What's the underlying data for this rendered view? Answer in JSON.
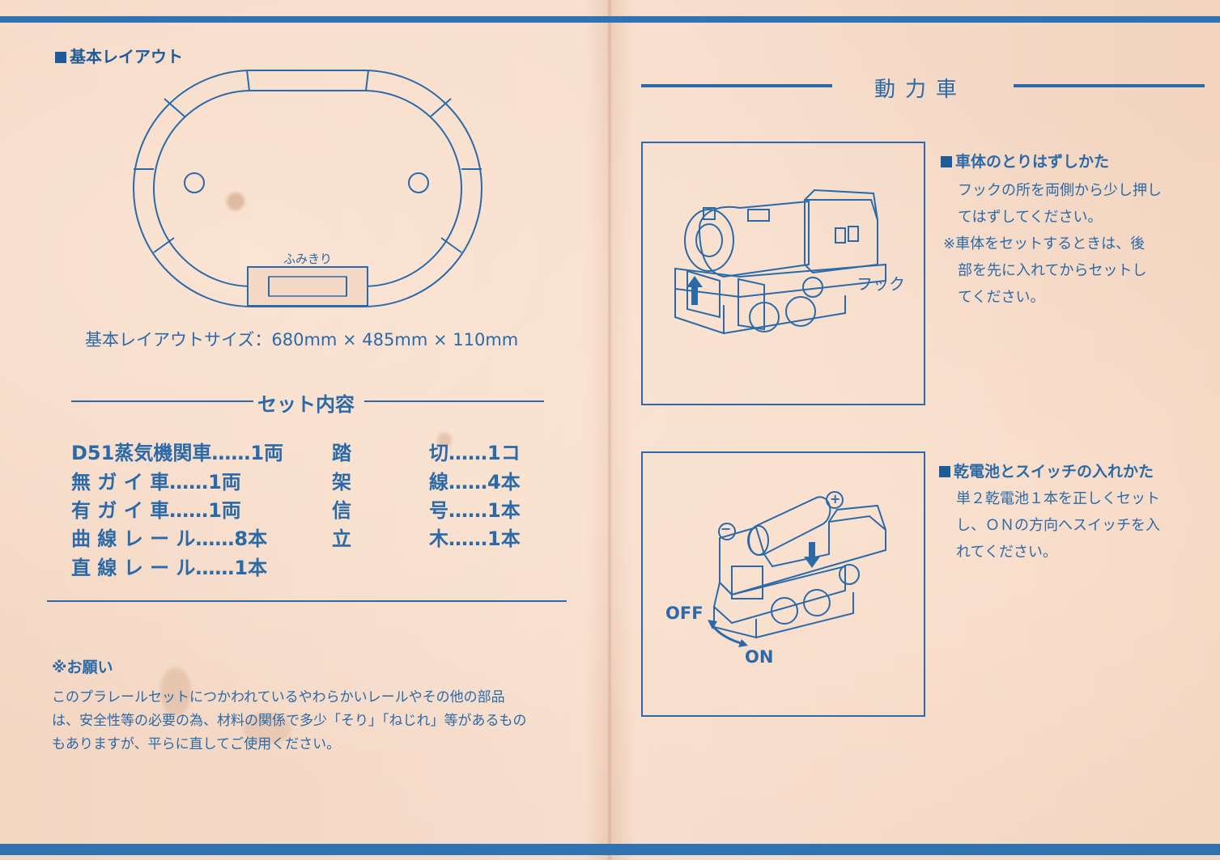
{
  "left": {
    "layout_heading": "基本レイアウト",
    "crossing_label": "ふみきり",
    "layout_size": "基本レイアウトサイズ：680mm × 485mm × 110mm",
    "set_contents_title": "セット内容",
    "items_col1": [
      "D51蒸気機関車……1両",
      "無 ガ イ 車……1両",
      "有 ガ イ 車……1両",
      "曲 線 レ ー ル……8本",
      "直 線 レ ー ル……1本"
    ],
    "items_col2": [
      "踏　　　　切……1コ",
      "架　　　　線……4本",
      "信　　　　号……1本",
      "立　　　　木……1本"
    ],
    "notice_title": "※お願い",
    "notice_lines": [
      "このプラレールセットにつかわれているやわらかいレールやその他の部品",
      "は、安全性等の必要の為、材料の関係で多少「そり」「ねじれ」等があるもの",
      "もありますが、平らに直してご使用ください。"
    ]
  },
  "right": {
    "title": "動力車",
    "remove_heading": "車体のとりはずしかた",
    "hook_label": "フック",
    "remove_lines": [
      "フックの所を両側から少し押し",
      "てはずしてください。",
      "※車体をセットするときは、後",
      "部を先に入れてからセットし",
      "てください。"
    ],
    "battery_heading": "乾電池とスイッチの入れかた",
    "battery_lines": [
      "単２乾電池１本を正しくセット",
      "し、ＯＮの方向へスイッチを入",
      "れてください。"
    ],
    "minus": "−",
    "plus": "+",
    "off_label": "OFF",
    "on_label": "ON"
  },
  "colors": {
    "ink": "#2a6aa8",
    "band": "#2f73b3",
    "paper": "#f4d9c7"
  }
}
